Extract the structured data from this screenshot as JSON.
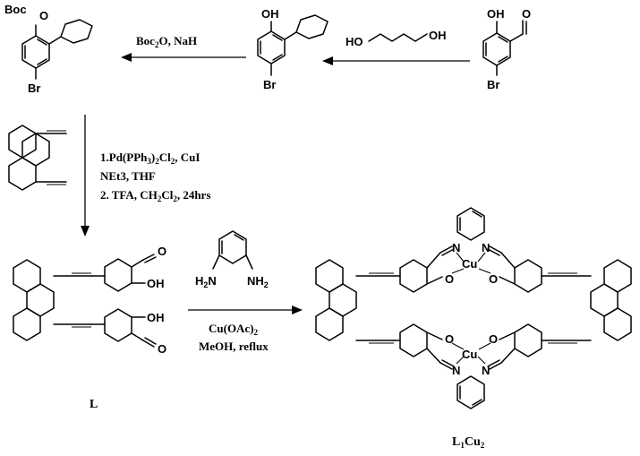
{
  "compounds": {
    "protected_aryl": {
      "boc": "Boc",
      "o": "O",
      "br": "Br"
    },
    "acetal": {
      "oh": "OH",
      "br": "Br"
    },
    "diol": {
      "oh_left": "HO",
      "oh_right": "OH"
    },
    "aldehyde_start": {
      "oh": "OH",
      "o": "O",
      "br": "Br"
    },
    "ligand": {
      "oh_top": "OH",
      "oh_bottom": "OH",
      "o_top": "O",
      "o_bottom": "O",
      "label": "L"
    },
    "diamine": {
      "nh2_left": "H",
      "nh2_left_n": "N",
      "nh2_right": "NH",
      "sub2": "2"
    },
    "complex": {
      "cu": "Cu",
      "n": "N",
      "o": "O",
      "label_main": "L",
      "label_sub1": "1",
      "label_cu": "Cu",
      "label_sub2": "2"
    }
  },
  "reagents": {
    "step1": {
      "boc": "Boc",
      "sub": "2",
      "rest": "O, NaH"
    },
    "step3_line1_a": "1.Pd(PPh",
    "step3_line1_sub1": "3",
    "step3_line1_b": ")",
    "step3_line1_sub2": "2",
    "step3_line1_c": "Cl",
    "step3_line1_sub3": "2",
    "step3_line1_d": ", CuI",
    "step3_line2": "NEt3, THF",
    "step3_line3_a": "2. TFA, CH",
    "step3_line3_sub1": "2",
    "step3_line3_b": "Cl",
    "step3_line3_sub2": "2",
    "step3_line3_c": ", 24hrs",
    "step4_line1_a": "Cu(OAc)",
    "step4_line1_sub": "2",
    "step4_line2": "MeOH, reflux"
  }
}
